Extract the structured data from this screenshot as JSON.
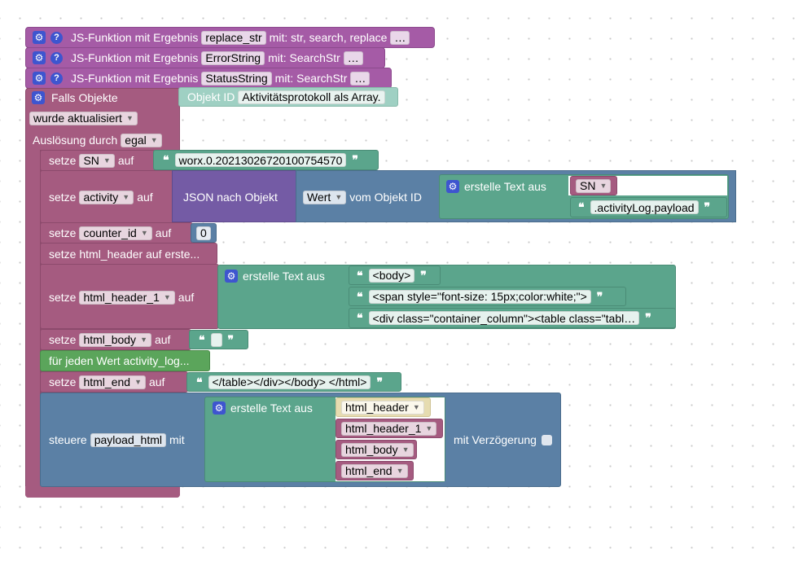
{
  "functions": [
    {
      "prefix": "JS-Funktion mit Ergebnis",
      "name": "replace_str",
      "suffix": "mit: str, search, replace",
      "more": "…"
    },
    {
      "prefix": "JS-Funktion mit Ergebnis",
      "name": "ErrorString",
      "suffix": "mit: SearchStr",
      "more": "…"
    },
    {
      "prefix": "JS-Funktion mit Ergebnis",
      "name": "StatusString",
      "suffix": "mit: SearchStr",
      "more": "…"
    }
  ],
  "trigger": {
    "label": "Falls Objekte",
    "object_id_label": "Objekt ID",
    "object_id_value": "Aktivitätsprotokoll als Array.",
    "condition": "wurde aktualisiert",
    "cause_label": "Auslösung durch",
    "cause_value": "egal"
  },
  "statements": {
    "set_sn": {
      "setze": "setze",
      "var": "SN",
      "auf": "auf",
      "value": "worx.0.20213026720100754570"
    },
    "set_activity": {
      "setze": "setze",
      "var": "activity",
      "auf": "auf",
      "json_label": "JSON nach Objekt",
      "wert": "Wert",
      "vom_objekt": "vom Objekt ID",
      "text_label": "erstelle Text aus",
      "sn_var": "SN",
      "suffix": ".activityLog.payload"
    },
    "set_counter": {
      "setze": "setze",
      "var": "counter_id",
      "auf": "auf",
      "value": "0"
    },
    "set_header_collapsed": {
      "text": "setze html_header auf erste..."
    },
    "set_header_1": {
      "setze": "setze",
      "var": "html_header_1",
      "auf": "auf",
      "text_label": "erstelle Text aus",
      "lines": [
        "<body>",
        "<span style=\"font-size: 15px;color:white;\">",
        "<div class=\"container_column\"><table class=\"tabl…"
      ]
    },
    "set_body": {
      "setze": "setze",
      "var": "html_body",
      "auf": "auf"
    },
    "for_each": {
      "text": "für jeden Wert activity_log..."
    },
    "set_end": {
      "setze": "setze",
      "var": "html_end",
      "auf": "auf",
      "value": "</table></div></body> </html>"
    },
    "control": {
      "label": "steuere",
      "target": "payload_html",
      "mit": "mit",
      "text_label": "erstelle Text aus",
      "vars": [
        "html_header",
        "html_header_1",
        "html_body",
        "html_end"
      ],
      "delay_label": "mit Verzögerung"
    }
  },
  "icons": {
    "gear": "gear-icon",
    "help": "help-icon",
    "dropdown": "dropdown-arrow-icon"
  },
  "colors": {
    "procedure": "#a55ba6",
    "variable": "#a55b80",
    "control": "#5b80a5",
    "text": "#5ba58c",
    "loop": "#5ba55b",
    "json": "#745ba5",
    "mutator": "#3e55cf"
  }
}
